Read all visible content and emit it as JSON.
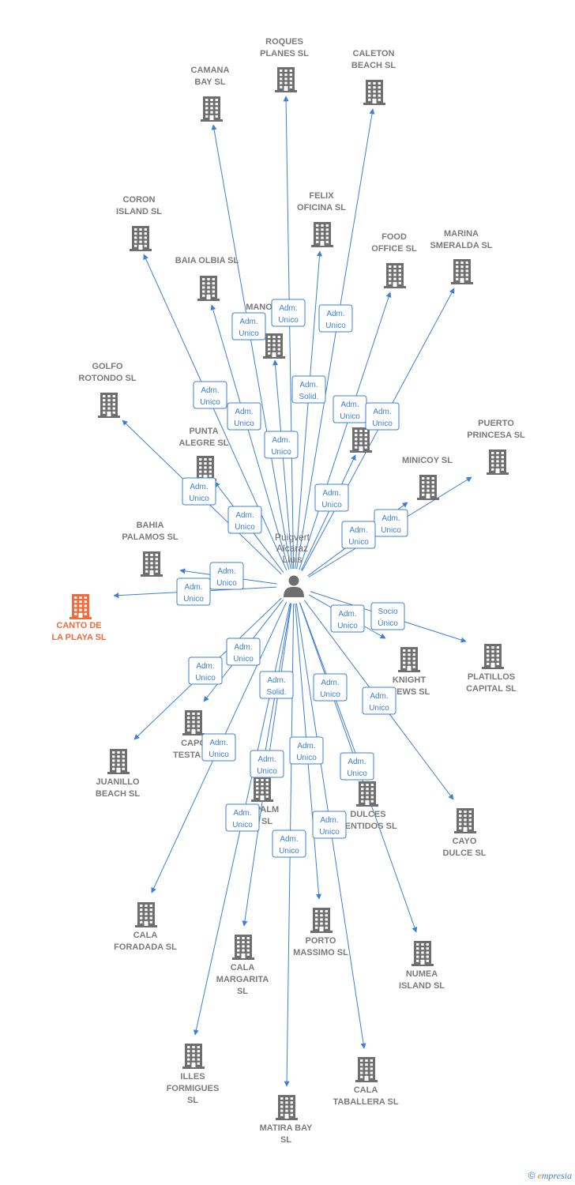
{
  "colors": {
    "edge": "#3c7fd6",
    "node": "#6e6e6e",
    "highlight": "#f26b3a",
    "label": "#7a7a7a"
  },
  "person": {
    "lines": [
      "Puigvert",
      "Alcaraz",
      "Lluis"
    ],
    "icon": "person-icon"
  },
  "nodes": [
    {
      "id": "roques",
      "lines": [
        "ROQUES",
        "PLANES  SL"
      ]
    },
    {
      "id": "camana",
      "lines": [
        "CAMANA",
        "BAY  SL"
      ]
    },
    {
      "id": "caleton",
      "lines": [
        "CALETON",
        "BEACH  SL"
      ]
    },
    {
      "id": "coron",
      "lines": [
        "CORON",
        "ISLAND  SL"
      ]
    },
    {
      "id": "felix",
      "lines": [
        "FELIX",
        "OFICINA SL"
      ]
    },
    {
      "id": "food",
      "lines": [
        "FOOD",
        "OFFICE  SL"
      ]
    },
    {
      "id": "marina",
      "lines": [
        "MARINA",
        "SMERALDA  SL"
      ]
    },
    {
      "id": "baia",
      "lines": [
        "BAIA OLBIA  SL"
      ]
    },
    {
      "id": "mano",
      "lines": [
        "MANO",
        "SL"
      ]
    },
    {
      "id": "golfo",
      "lines": [
        "GOLFO",
        "ROTONDO  SL"
      ]
    },
    {
      "id": "unnamed",
      "lines": []
    },
    {
      "id": "punta",
      "lines": [
        "PUNTA",
        "ALEGRE  SL"
      ]
    },
    {
      "id": "puerto",
      "lines": [
        "PUERTO",
        "PRINCESA  SL"
      ]
    },
    {
      "id": "minicoy",
      "lines": [
        "MINICOY  SL"
      ]
    },
    {
      "id": "bahia",
      "lines": [
        "BAHIA",
        "PALAMOS  SL"
      ]
    },
    {
      "id": "canto",
      "lines": [
        "CANTO DE",
        "LA PLAYA  SL"
      ],
      "highlight": true
    },
    {
      "id": "knight",
      "lines": [
        "KNIGHT",
        "VIEWS  SL"
      ]
    },
    {
      "id": "platillos",
      "lines": [
        "PLATILLOS",
        "CAPITAL  SL"
      ]
    },
    {
      "id": "capo",
      "lines": [
        "CAPO",
        "TESTA  SL"
      ]
    },
    {
      "id": "juanillo",
      "lines": [
        "JUANILLO",
        "BEACH SL"
      ]
    },
    {
      "id": "palm",
      "lines": [
        "PALM",
        "SL"
      ]
    },
    {
      "id": "dulces",
      "lines": [
        "DULCES",
        "SENTIDOS  SL"
      ]
    },
    {
      "id": "cayo",
      "lines": [
        "CAYO",
        "DULCE  SL"
      ]
    },
    {
      "id": "cala_for",
      "lines": [
        "CALA",
        "FORADADA  SL"
      ]
    },
    {
      "id": "porto",
      "lines": [
        "PORTO",
        "MASSIMO  SL"
      ]
    },
    {
      "id": "numea",
      "lines": [
        "NUMEA",
        "ISLAND  SL"
      ]
    },
    {
      "id": "cala_mar",
      "lines": [
        "CALA",
        "MARGARITA",
        "SL"
      ]
    },
    {
      "id": "illes",
      "lines": [
        "ILLES",
        "FORMIGUES",
        "SL"
      ]
    },
    {
      "id": "cala_tab",
      "lines": [
        "CALA",
        "TABALLERA  SL"
      ]
    },
    {
      "id": "matira",
      "lines": [
        "MATIRA BAY",
        "SL"
      ]
    }
  ],
  "relations": [
    {
      "target": "roques",
      "lines": [
        "Adm.",
        "Unico"
      ]
    },
    {
      "target": "camana",
      "lines": [
        "Adm.",
        "Unico"
      ]
    },
    {
      "target": "caleton",
      "lines": [
        "Adm.",
        "Unico"
      ]
    },
    {
      "target": "coron",
      "lines": [
        "Adm.",
        "Unico"
      ]
    },
    {
      "target": "felix",
      "lines": [
        "Adm.",
        "Solid."
      ]
    },
    {
      "target": "food",
      "lines": [
        "Adm.",
        "Unico"
      ]
    },
    {
      "target": "marina",
      "lines": [
        "Adm.",
        "Unico"
      ]
    },
    {
      "target": "baia",
      "lines": [
        "Adm.",
        "Unico"
      ]
    },
    {
      "target": "mano",
      "lines": [
        "Adm.",
        "Unico"
      ]
    },
    {
      "target": "golfo",
      "lines": [
        "Adm.",
        "Unico"
      ]
    },
    {
      "target": "unnamed",
      "lines": [
        "Adm.",
        "Unico"
      ]
    },
    {
      "target": "punta",
      "lines": [
        "Adm.",
        "Unico"
      ]
    },
    {
      "target": "puerto",
      "lines": [
        "Adm.",
        "Unico"
      ]
    },
    {
      "target": "minicoy",
      "lines": [
        "Adm.",
        "Unico"
      ]
    },
    {
      "target": "bahia",
      "lines": [
        "Adm.",
        "Unico"
      ]
    },
    {
      "target": "canto",
      "lines": [
        "Adm.",
        "Unico"
      ]
    },
    {
      "target": "knight",
      "lines": [
        "Adm.",
        "Unico"
      ]
    },
    {
      "target": "platillos",
      "lines": [
        "Socio",
        "Único"
      ]
    },
    {
      "target": "capo",
      "lines": [
        "Adm.",
        "Unico"
      ]
    },
    {
      "target": "juanillo",
      "lines": [
        "Adm.",
        "Unico"
      ]
    },
    {
      "target": "palm",
      "lines": [
        "Adm.",
        "Unico"
      ]
    },
    {
      "target": "dulces",
      "lines": [
        "Adm.",
        "Unico"
      ]
    },
    {
      "target": "cayo",
      "lines": [
        "Adm.",
        "Unico"
      ]
    },
    {
      "target": "cala_for",
      "lines": [
        "Adm.",
        "Unico"
      ]
    },
    {
      "target": "porto",
      "lines": [
        "Adm.",
        "Unico"
      ]
    },
    {
      "target": "numea",
      "lines": [
        "Adm.",
        "Unico"
      ]
    },
    {
      "target": "cala_mar",
      "lines": [
        "Adm.",
        "Solid."
      ]
    },
    {
      "target": "illes",
      "lines": [
        "Adm.",
        "Unico"
      ]
    },
    {
      "target": "cala_tab",
      "lines": [
        "Adm.",
        "Unico"
      ]
    },
    {
      "target": "matira",
      "lines": [
        "Adm.",
        "Unico"
      ]
    }
  ],
  "watermark": {
    "copyright": "©",
    "brand_initial": "e",
    "brand_rest": "mpresia"
  }
}
